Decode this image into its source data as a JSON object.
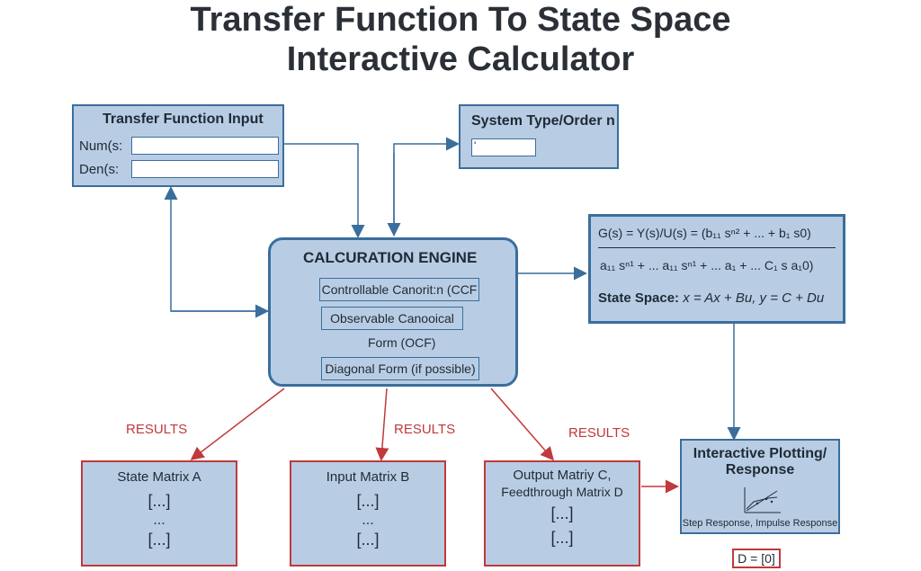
{
  "title": {
    "line1": "Transfer Function To State Space",
    "line2": "Interactive Calculator"
  },
  "tf_input": {
    "heading": "Transfer Function Input",
    "num_label": "Num(s:",
    "den_label": "Den(s:",
    "num_value": "",
    "den_value": ""
  },
  "system_type": {
    "heading": "System Type/Order n",
    "value": "'"
  },
  "engine": {
    "heading": "CALCURATION ENGINE",
    "ccf": "Controllable Canorit:n (CCF",
    "ocf_1": "Observable Canooical",
    "ocf_2": "Form (OCF)",
    "diagonal": "Diagonal Form (if possible)"
  },
  "equation": {
    "numerator": "G(s) = Y(s)/U(s) = (b₁₁ sⁿ² + ... + b₁ s0)",
    "denominator": "a₁₁ sⁿ¹ + ... a₁₁ sⁿ¹ + ... a₁ + ... C₁ s a₁0)",
    "state_space_label": "State Space:",
    "state_space_eq": "x = Ax + Bu, y = C + Du"
  },
  "results_label": "RESULTS",
  "matrix_a": {
    "title": "State Matrix A",
    "r1": "[...]",
    "r2": "...",
    "r3": "[...]"
  },
  "matrix_b": {
    "title": "Input Matrix B",
    "r1": "[...]",
    "r2": "...",
    "r3": "[...]"
  },
  "matrix_cd": {
    "title1": "Output Matriy C,",
    "title2": "Feedthrough Matrix D",
    "r1": "[...]",
    "r2": "[...]"
  },
  "plotting": {
    "title1": "Interactive Plotting/",
    "title2": "Response",
    "caption": "Step Response, Impulse Response"
  },
  "d_badge": "D = [0]",
  "colors": {
    "box_fill": "#b8cde4",
    "box_border": "#3a6e9c",
    "accent_red": "#c0393b"
  }
}
